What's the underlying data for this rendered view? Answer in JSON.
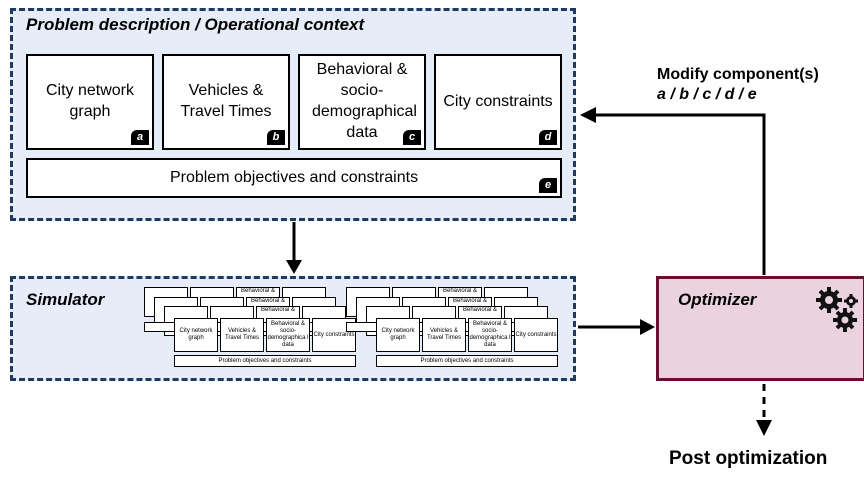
{
  "problem_panel": {
    "title": "Problem description / Operational context",
    "components": [
      {
        "label": "City network graph",
        "tag": "a"
      },
      {
        "label": "Vehicles & Travel Times",
        "tag": "b"
      },
      {
        "label": "Behavioral & socio-demographical data",
        "tag": "c"
      },
      {
        "label": "City constraints",
        "tag": "d"
      }
    ],
    "objectives": {
      "label": "Problem objectives and constraints",
      "tag": "e"
    }
  },
  "simulator": {
    "title": "Simulator",
    "mini_labels": {
      "network": "City network graph",
      "vehicles": "Vehicles & Travel Times",
      "behavioral": "Behavioral & socio-demographica l data",
      "behavioral_short": "Behavioral &",
      "city": "City constraints",
      "objectives": "Problem objectives and constraints"
    }
  },
  "optimizer": {
    "title": "Optimizer",
    "icon": "gears-icon"
  },
  "feedback": {
    "line1": "Modify component(s)",
    "line2": "a / b / c / d / e"
  },
  "post": {
    "label": "Post optimization"
  },
  "colors": {
    "panel_fill": "#e6ecf8",
    "panel_border": "#1f3a5f",
    "optimizer_fill": "#ead3de",
    "optimizer_border": "#6b0f30"
  }
}
